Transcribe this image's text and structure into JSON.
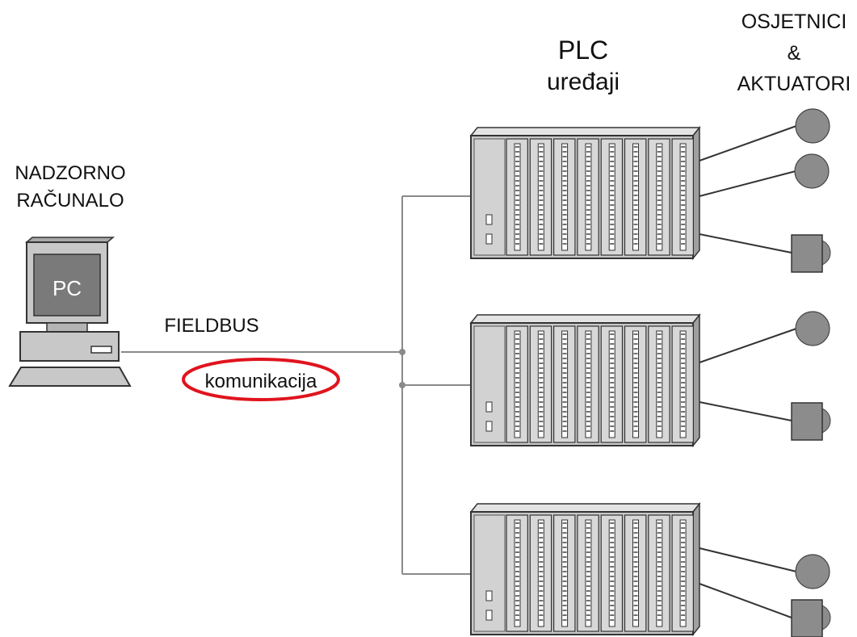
{
  "labels": {
    "supervisor_line1": "NADZORNO",
    "supervisor_line2": "RAČUNALO",
    "pc": "PC",
    "fieldbus": "FIELDBUS",
    "communication": "komunikacija",
    "plc_line1": "PLC",
    "plc_line2": "uređaji",
    "sensors_line1": "OSJETNICI",
    "sensors_line2": "&",
    "sensors_line3": "AKTUATORI"
  },
  "devices": {
    "plc_count": 3,
    "plc_modules_per_rack": 8
  },
  "field_devices": {
    "plc_1": [
      "sensor",
      "sensor",
      "actuator"
    ],
    "plc_2": [
      "sensor",
      "actuator"
    ],
    "plc_3": [
      "sensor",
      "actuator"
    ]
  },
  "colors": {
    "background": "#ffffff",
    "line": "#8a8a8a",
    "device_fill": "#c8c8c8",
    "device_dark": "#555555",
    "screen": "#7a7a7a",
    "sensor": "#8c8c8c",
    "highlight": "#e0141e"
  }
}
